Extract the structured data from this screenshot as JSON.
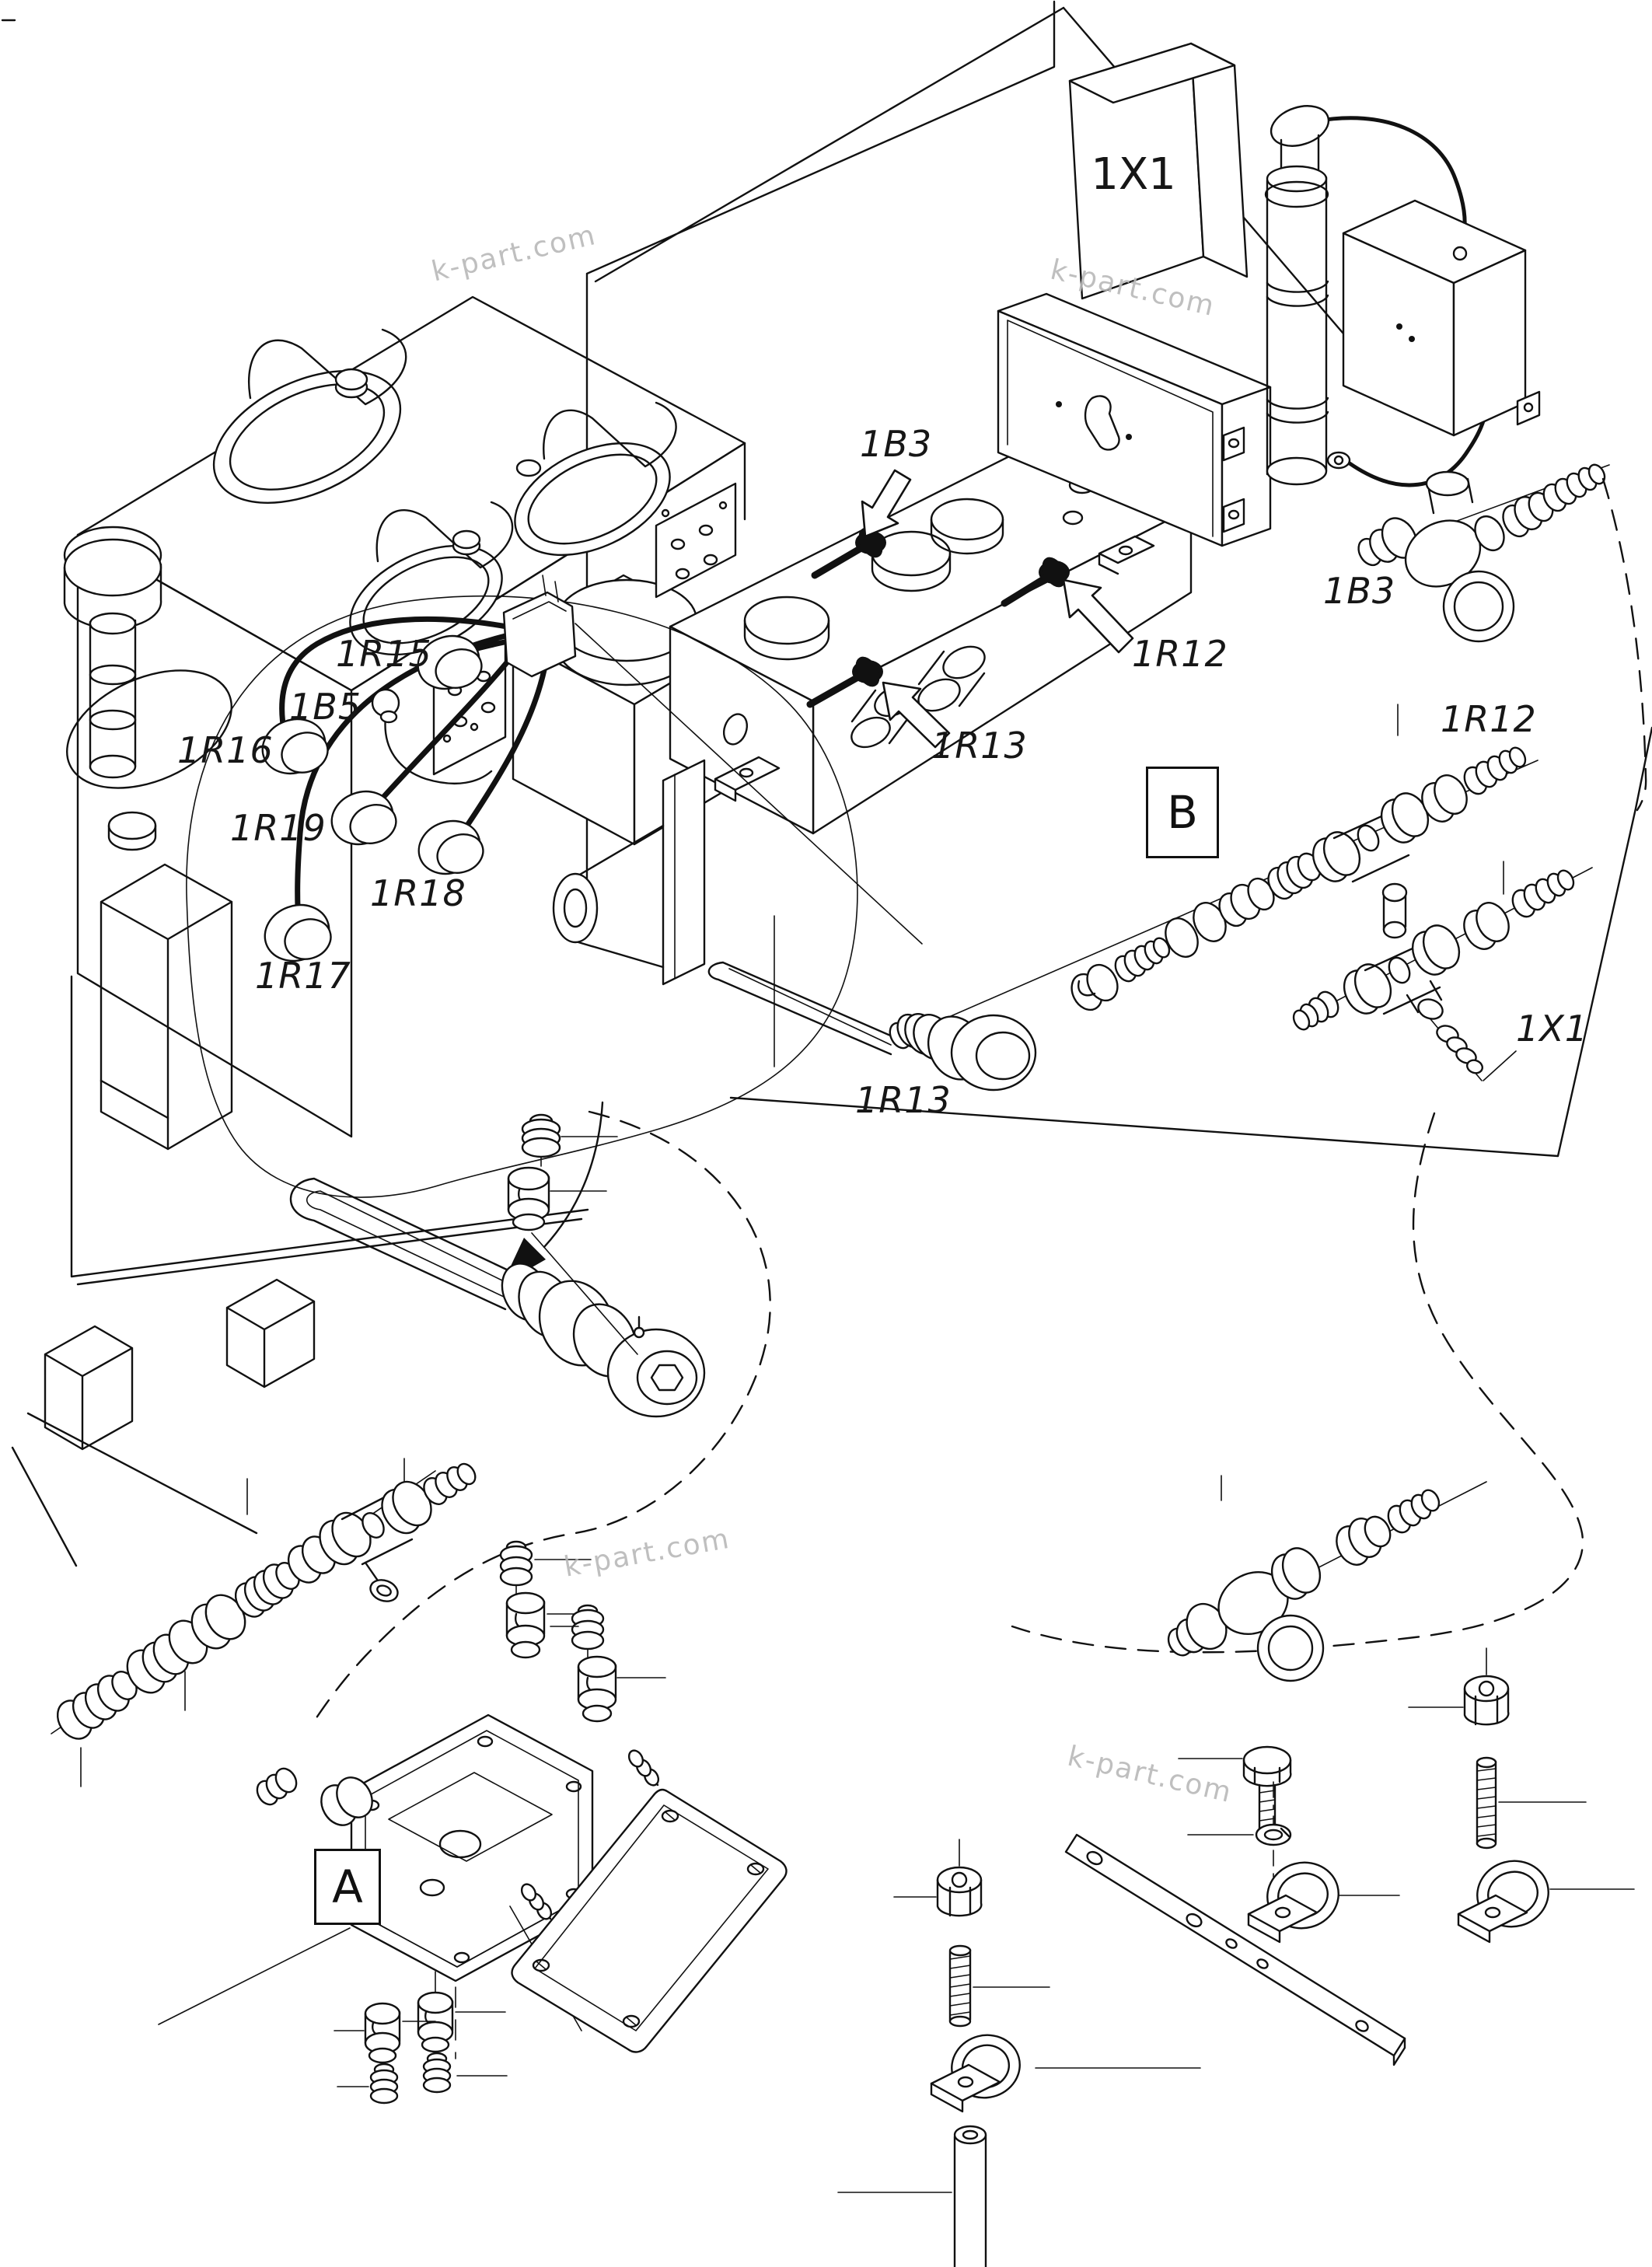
{
  "diagram": {
    "type": "exploded-parts-diagram",
    "subject": "hydraulic tank, sensor manifold and fittings"
  },
  "watermark": {
    "text": "k-part.com",
    "color": "#b9b9b9"
  },
  "labels": {
    "x1_box": "1X1",
    "x1_leader": "1X1",
    "b3_manifold": "1B3",
    "b3_tee": "1B3",
    "r12_manifold": "1R12",
    "r12_chain": "1R12",
    "r13_manifold": "1R13",
    "r13_sensor": "1R13",
    "r15": "1R15",
    "b5": "1B5",
    "r16": "1R16",
    "r19": "1R19",
    "r18": "1R18",
    "r17": "1R17"
  },
  "detail_markers": {
    "a": "A",
    "b": "B"
  }
}
